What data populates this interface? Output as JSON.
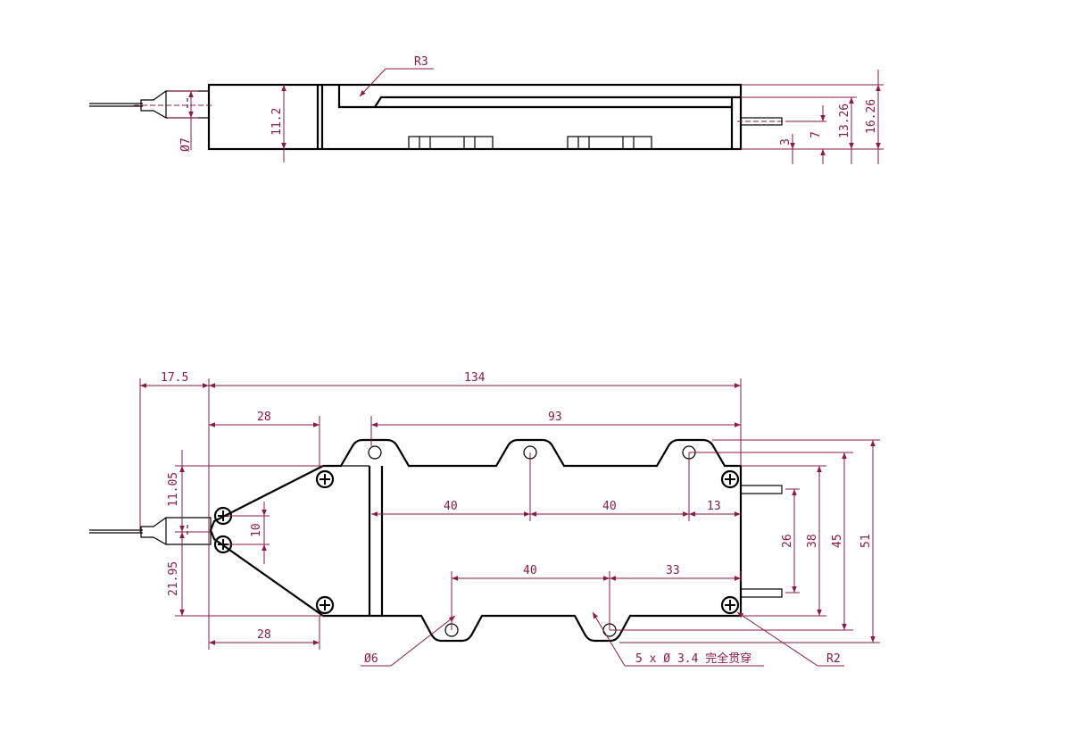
{
  "colors": {
    "outline": "#000000",
    "dimension": "#8b1a4a",
    "background": "#ffffff"
  },
  "side_view": {
    "dims": {
      "r3": "R3",
      "dia7": "Ø7",
      "h11_2": "11.2",
      "h3": "3",
      "h7": "7",
      "h13_26": "13.26",
      "h16_26": "16.26"
    }
  },
  "top_view": {
    "dims": {
      "w17_5": "17.5",
      "w134": "134",
      "w28_top": "28",
      "w93": "93",
      "w40_a": "40",
      "w40_b": "40",
      "w13": "13",
      "w40_c": "40",
      "w33": "33",
      "w28_bottom": "28",
      "h11_05": "11.05",
      "h10": "10",
      "h21_95": "21.95",
      "h26": "26",
      "h38": "38",
      "h45": "45",
      "h51": "51",
      "dia6": "Ø6",
      "r2": "R2",
      "holes_note": "5 x  Ø 3.4 完全贯穿"
    }
  }
}
